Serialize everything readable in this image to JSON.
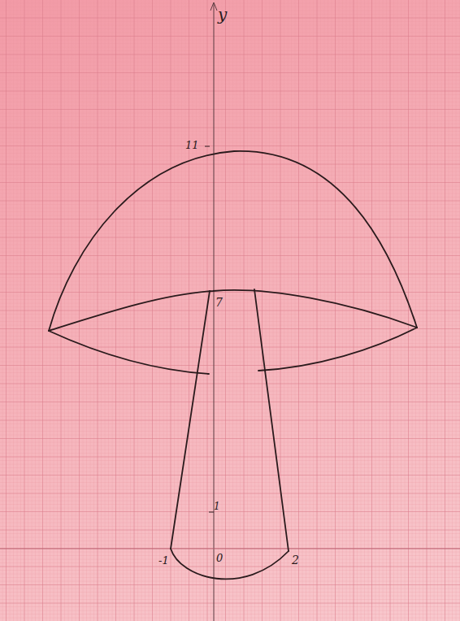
{
  "diagram": {
    "labels": [
      "y",
      "11",
      "7",
      "1",
      "0",
      "-1",
      "2"
    ]
  }
}
